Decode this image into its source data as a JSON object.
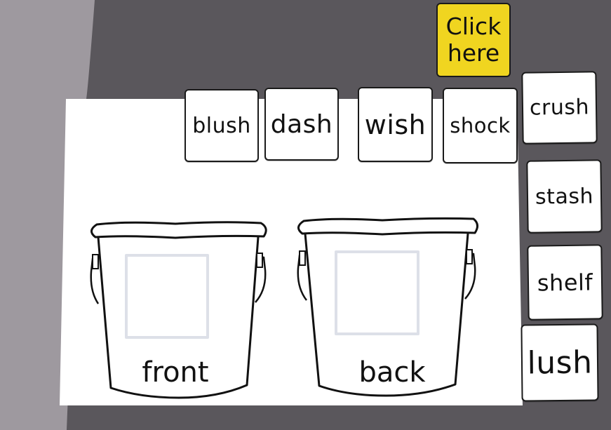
{
  "colors": {
    "background_dark": "#5a575c",
    "background_light": "#9e999f",
    "panel": "#ffffff",
    "button_yellow": "#f0d520",
    "slot_frame": "#dde0e8"
  },
  "action_button": {
    "line1": "Click",
    "line2": "here"
  },
  "word_tiles": [
    {
      "label": "blush"
    },
    {
      "label": "dash"
    },
    {
      "label": "wish"
    },
    {
      "label": "shock"
    },
    {
      "label": "crush"
    },
    {
      "label": "stash"
    },
    {
      "label": "shelf"
    },
    {
      "label": "lush"
    }
  ],
  "buckets": [
    {
      "label": "front"
    },
    {
      "label": "back"
    }
  ]
}
